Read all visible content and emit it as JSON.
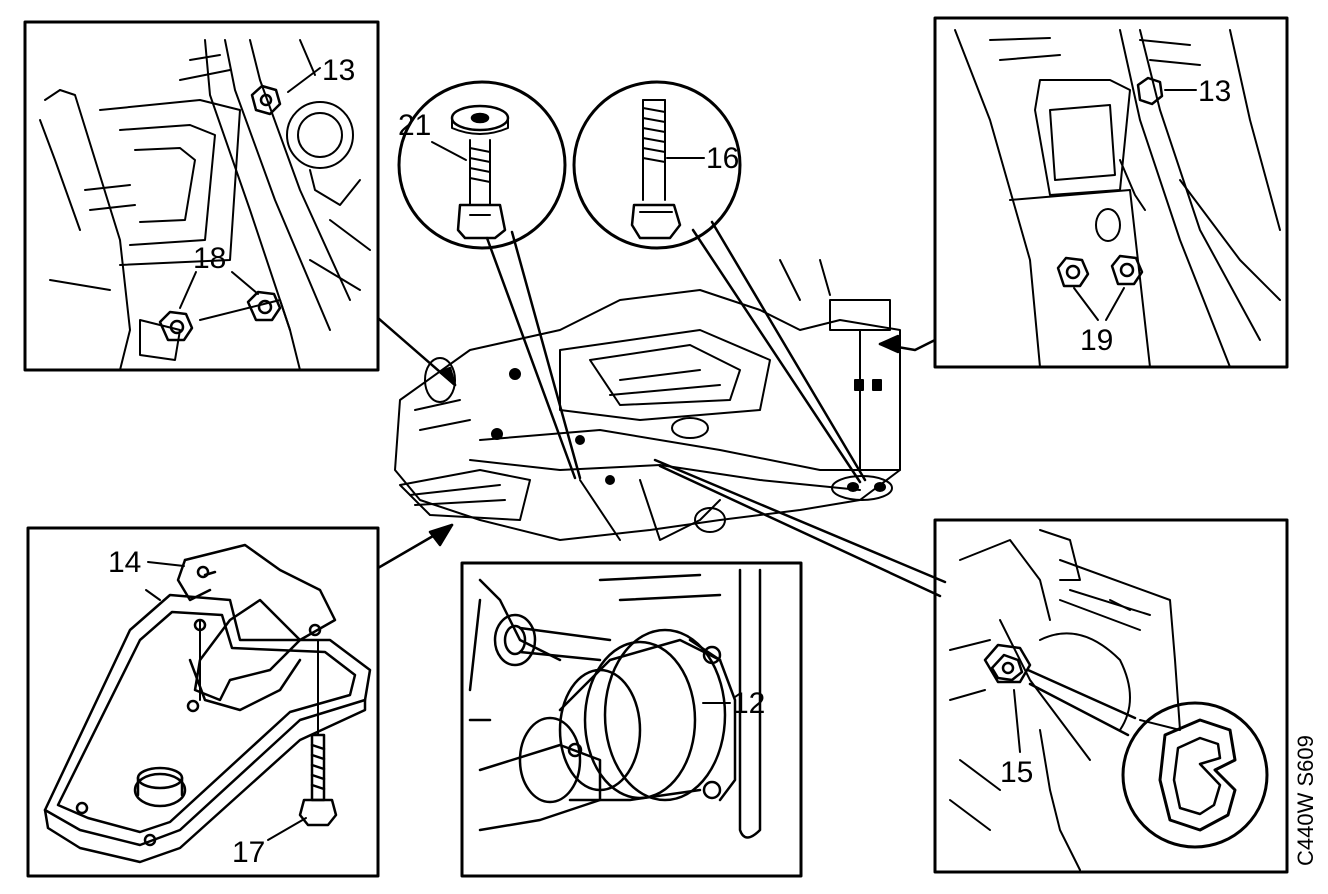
{
  "callouts": [
    {
      "id": "c13a",
      "text": "13"
    },
    {
      "id": "c21",
      "text": "21"
    },
    {
      "id": "c16",
      "text": "16"
    },
    {
      "id": "c13b",
      "text": "13"
    },
    {
      "id": "c18",
      "text": "18"
    },
    {
      "id": "c19",
      "text": "19"
    },
    {
      "id": "c14",
      "text": "14"
    },
    {
      "id": "c17",
      "text": "17"
    },
    {
      "id": "c12",
      "text": "12"
    },
    {
      "id": "c15",
      "text": "15"
    }
  ],
  "figure_ref": "C440W S609"
}
